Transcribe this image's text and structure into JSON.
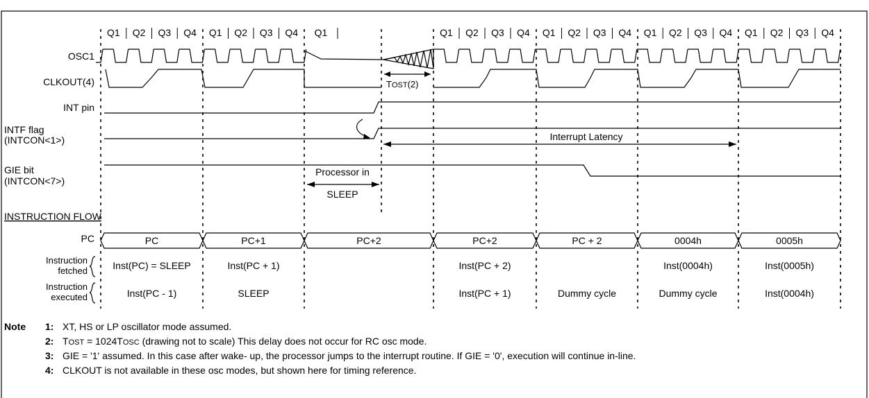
{
  "quarters": [
    "Q1",
    "Q2",
    "Q3",
    "Q4"
  ],
  "partial_q1": "Q1",
  "signals": {
    "osc1": "OSC1",
    "clkout": "CLKOUT(4)",
    "int_pin": "INT pin",
    "intf_1": "INTF flag",
    "intf_2": "(INTCON<1>)",
    "gie_1": "GIE bit",
    "gie_2": "(INTCON<7>)"
  },
  "tost": {
    "main": "T",
    "small": "OST",
    "suffix": "(2)"
  },
  "interrupt_latency": "Interrupt Latency",
  "processor_sleep_1": "Processor in",
  "processor_sleep_2": "SLEEP",
  "instruction_flow": "INSTRUCTION FLOW",
  "pc_label": "PC",
  "pc_values": [
    "PC",
    "PC+1",
    "PC+2",
    "PC+2",
    "PC + 2",
    "0004h",
    "0005h"
  ],
  "fetched_label_1": "Instruction",
  "fetched_label_2": "fetched",
  "executed_label_1": "Instruction",
  "executed_label_2": "executed",
  "fetched": [
    "Inst(PC) = SLEEP",
    "Inst(PC + 1)",
    "",
    "Inst(PC + 2)",
    "",
    "Inst(0004h)",
    "Inst(0005h)"
  ],
  "executed": [
    "Inst(PC - 1)",
    "SLEEP",
    "",
    "Inst(PC + 1)",
    "Dummy cycle",
    "Dummy cycle",
    "Inst(0004h)"
  ],
  "notes": {
    "heading": "Note",
    "n1_num": "1:",
    "n1": "XT, HS or LP oscillator mode assumed.",
    "n2_num": "2:",
    "n2_a": "T",
    "n2_b": "OST",
    "n2_c": " = 1024T",
    "n2_d": "OSC",
    "n2_e": " (drawing not to scale) This delay does not occur for RC osc mode.",
    "n3_num": "3:",
    "n3": "GIE = '1' assumed. In this case after wake- up, the processor jumps to the interrupt routine. If GIE = '0', execution will continue in-line.",
    "n4_num": "4:",
    "n4": "CLKOUT is not available in these osc modes, but shown here for timing reference."
  }
}
